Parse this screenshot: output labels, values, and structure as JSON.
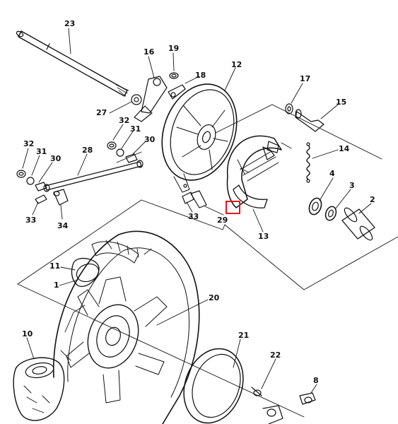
{
  "diagram": {
    "part_numbers": [
      "23",
      "16",
      "19",
      "18",
      "12",
      "17",
      "15",
      "27",
      "32",
      "31",
      "30",
      "32",
      "31",
      "30",
      "28",
      "14",
      "4",
      "3",
      "2",
      "33",
      "34",
      "33",
      "29",
      "13",
      "11",
      "1",
      "20",
      "10",
      "21",
      "22",
      "8"
    ],
    "highlight_color": "#e8141c",
    "line_color": "#111111"
  }
}
